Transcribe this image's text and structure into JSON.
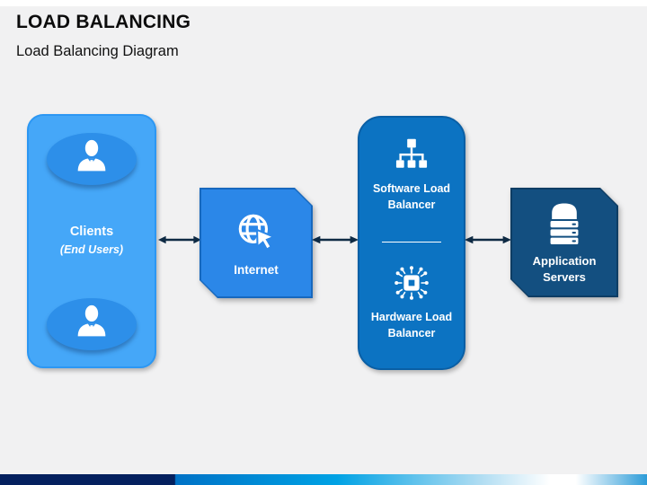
{
  "header": {
    "title": "LOAD BALANCING",
    "subtitle": "Load Balancing Diagram"
  },
  "diagram": {
    "clients": {
      "label": "Clients",
      "sublabel": "(End Users)",
      "icon": "person-icon"
    },
    "internet": {
      "label": "Internet",
      "icon": "globe-cursor-icon"
    },
    "load_balancer": {
      "software_label": "Software Load Balancer",
      "software_icon": "sitemap-icon",
      "hardware_label": "Hardware Load Balancer",
      "hardware_icon": "chip-icon"
    },
    "app_servers": {
      "label": "Application Servers",
      "icon": "server-stack-icon"
    }
  },
  "colors": {
    "background": "#F1F1F2",
    "clients_box": "#45A7F8",
    "clients_ellipse": "#2D8FE9",
    "internet_box": "#2B87E8",
    "balancer_box": "#0C73C2",
    "app_servers_box": "#134F80",
    "arrow": "#0E2A44",
    "footer_navy": "#04205E",
    "footer_blue": "#00A2E4"
  }
}
